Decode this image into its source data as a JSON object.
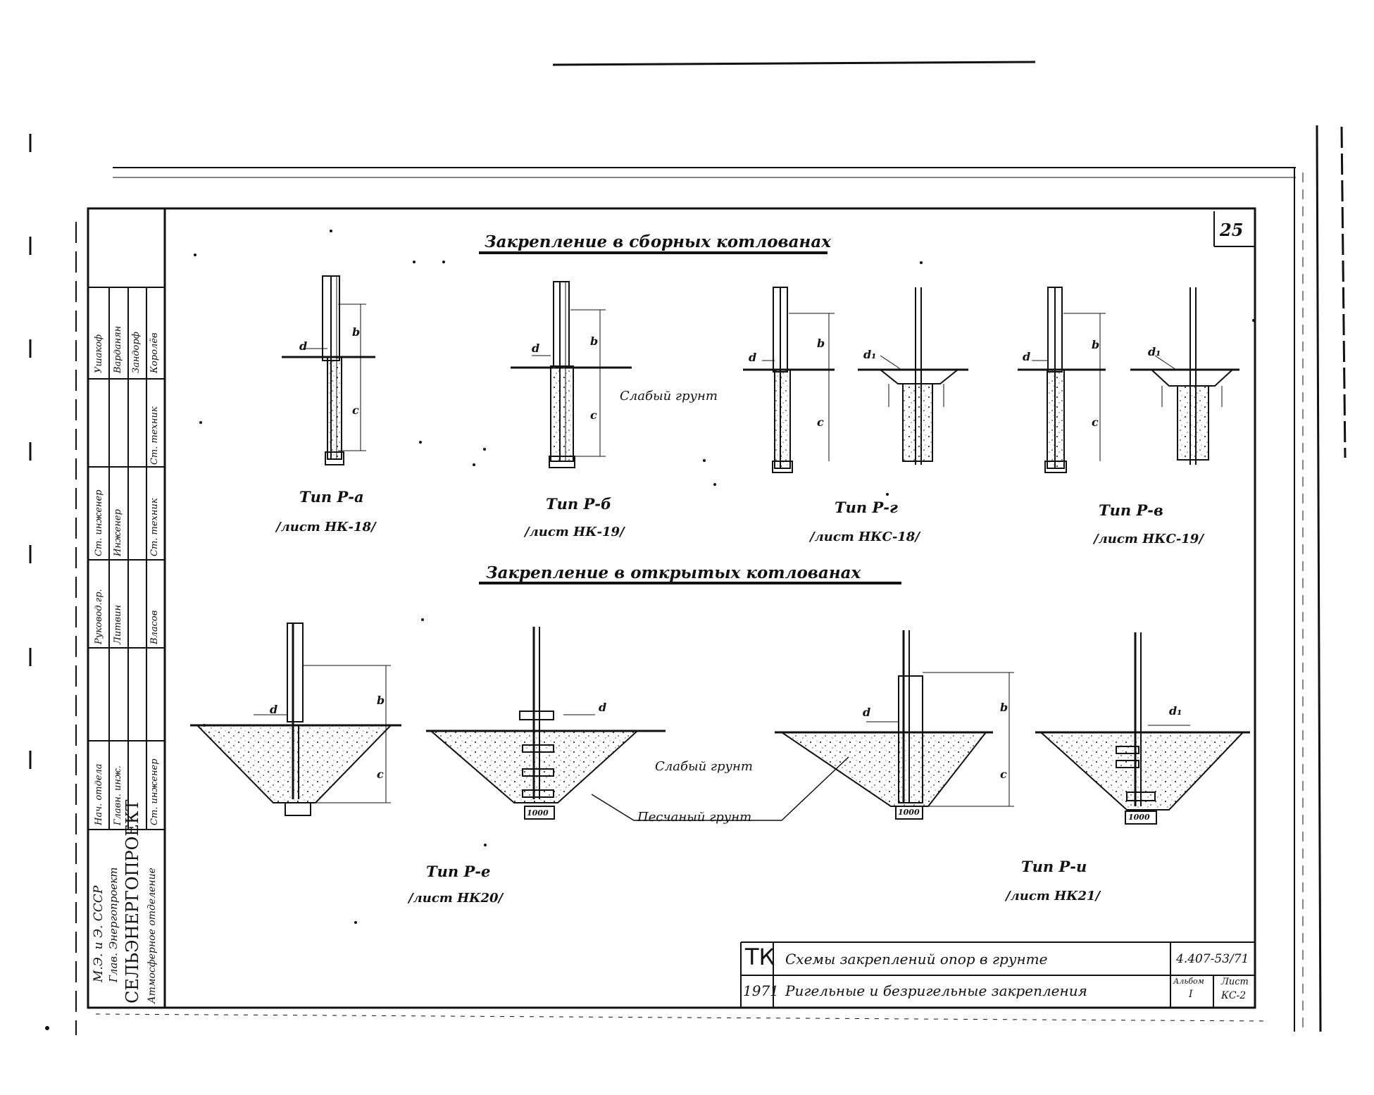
{
  "sheet_number": "25",
  "headings": {
    "prefab": "Закрепление в сборных котлованах",
    "open": "Закрепление в открытых котлованах"
  },
  "types": [
    {
      "name": "Тип Р-а",
      "ref": "/лист НК-18/"
    },
    {
      "name": "Тип Р-б",
      "ref": "/лист НК-19/"
    },
    {
      "name": "Тип Р-г",
      "ref": "/лист НКС-18/"
    },
    {
      "name": "Тип Р-в",
      "ref": "/лист НКС-19/"
    },
    {
      "name": "Тип Р-е",
      "ref": "/лист НК20/"
    },
    {
      "name": "Тип Р-и",
      "ref": "/лист НК21/"
    }
  ],
  "soil_labels": {
    "weak_top": "Слабый грунт",
    "weak_bottom": "Слабый грунт",
    "sandy": "Песчаный грунт"
  },
  "dimension_labels": {
    "d": "d",
    "d1": "d₁",
    "b": "b",
    "c": "c",
    "dist": "1000"
  },
  "title_block": {
    "code": "ТК",
    "year": "1971",
    "title": "Схемы закреплений опор в грунте",
    "subtitle": "Ригельные и безригельные закрепления",
    "doc_number": "4.407-53/71",
    "album_label": "Альбом",
    "album_value": "I",
    "sheet_label": "Лист",
    "sheet_value": "КС-2"
  },
  "side_stamp": {
    "ministry": "М.Э. и Э. СССР",
    "ministry_sub": "Глав. Энергопроект",
    "org": "СЕЛЬЭНЕРГОПРОЕКТ",
    "branch": "Атмосферное отделение",
    "roles": [
      "Нач. отдела",
      "Главн. инж.",
      "Ст. инженер",
      "Руковод.гр.",
      "Ст. инженер",
      "Ст. техник",
      "Инженер",
      "Ст. техник"
    ],
    "names": [
      "Ушакоф",
      "Литвин",
      "Власов",
      "Варданян",
      "Зандорф",
      "Королёв"
    ]
  }
}
